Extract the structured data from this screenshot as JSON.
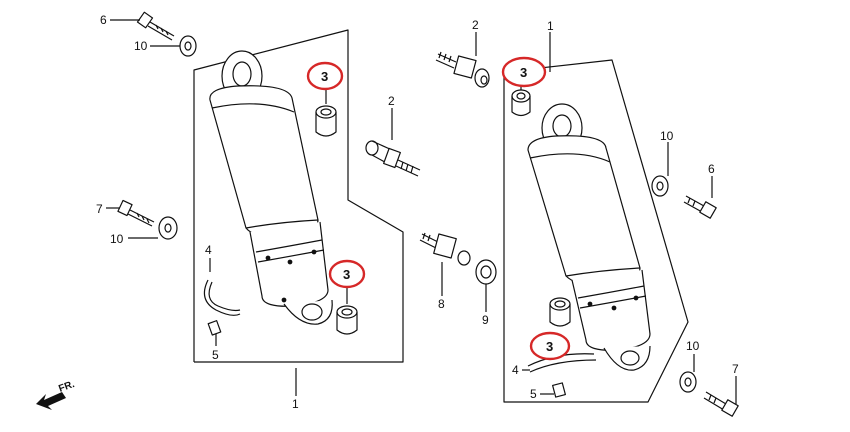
{
  "diagram": {
    "callout_color": "#d62828",
    "labels": {
      "bolt_left_top": "6",
      "washer_left_top": "10",
      "bolt_left_mid": "7",
      "washer_left_mid": "10",
      "clip_left": "4",
      "tag_left": "5",
      "assembly_left": "1",
      "bushing_left_top": "3",
      "bushing_left_bottom": "3",
      "stud_center_top": "2",
      "stud_center_mid": "2",
      "stud_center_low": "8",
      "washer_center": "9",
      "assembly_right": "1",
      "bushing_right_top": "3",
      "bushing_right_bottom": "3",
      "washer_right_top": "10",
      "bolt_right_top": "6",
      "washer_right_bottom": "10",
      "bolt_right_bottom": "7",
      "clip_right": "4",
      "tag_right": "5"
    },
    "direction_label": "FR."
  }
}
